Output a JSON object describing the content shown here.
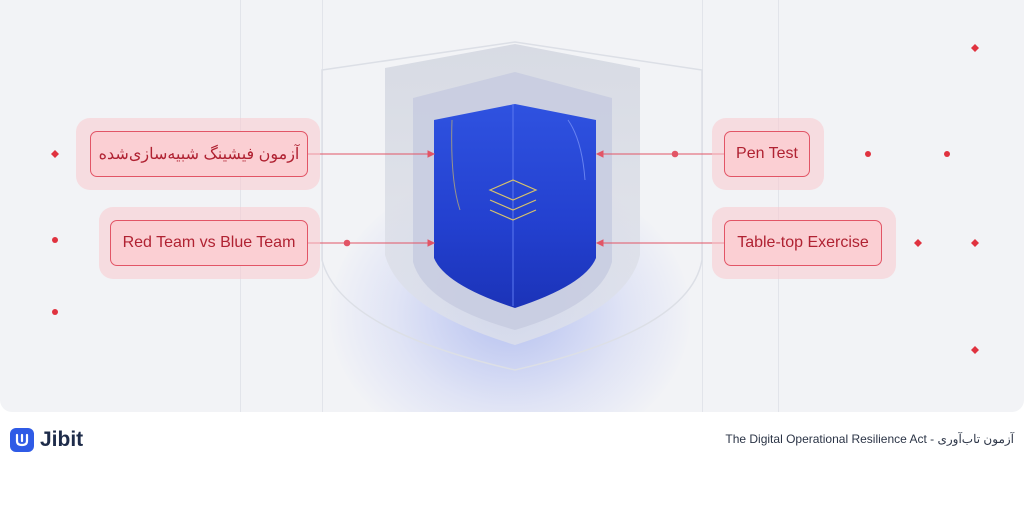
{
  "diagram": {
    "center_icon": "shield-layers-icon",
    "left_items": [
      {
        "label": "آزمون فیشینگ شبیه‌سازی‌شده"
      },
      {
        "label": "Red Team vs Blue Team"
      }
    ],
    "right_items": [
      {
        "label": "Pen Test"
      },
      {
        "label": "Table-top Exercise"
      }
    ]
  },
  "footer": {
    "brand": "Jibit",
    "logo_icon": "jibit-logo-icon",
    "caption_fa": "آزمون تاب‌آوری",
    "caption_separator": " - ",
    "caption_en": "The Digital Operational Resilience Act"
  },
  "colors": {
    "accent_red": "#e25566",
    "pill_fill": "#fbcfd3",
    "shield_blue": "#2a46d6",
    "brand_blue": "#2f5be6"
  }
}
